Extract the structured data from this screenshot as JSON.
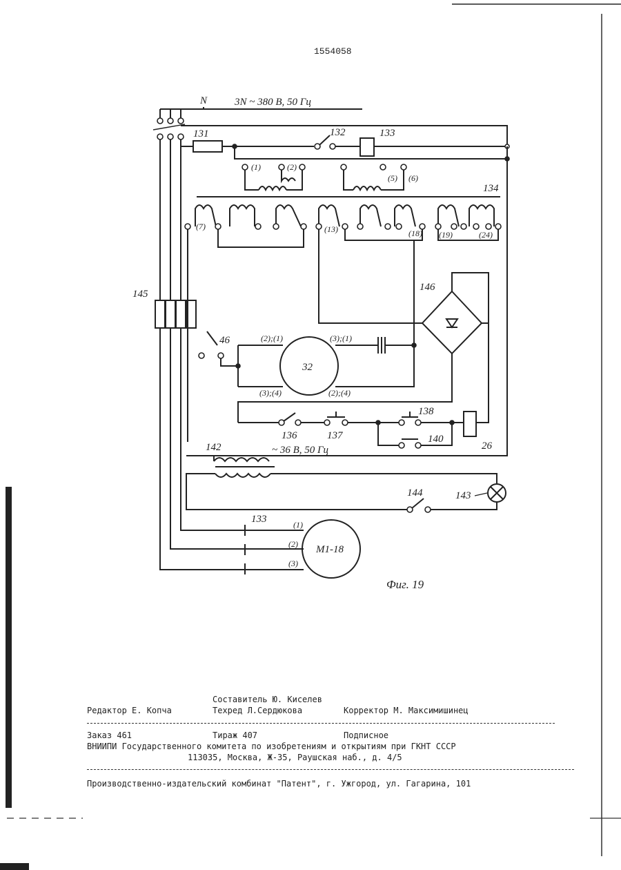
{
  "doc": {
    "patent_number": "1554058",
    "figure_caption": "Фиг. 19",
    "supply_label": "3N ~ 380 В, 50 Гц",
    "neutral_label": "N",
    "secondary_label": "~ 36 В, 50 Гц"
  },
  "components": {
    "fuse": "131",
    "switch_132": "132",
    "contactor_133": "133",
    "transformer_134": "134",
    "rectifier_146": "146",
    "switch_46": "46",
    "motor_32": "32",
    "switch_136": "136",
    "button_137": "137",
    "contact_138": "138",
    "contact_140": "140",
    "relay_26": "26",
    "transformer_142": "142",
    "switch_144": "144",
    "lamp_143": "143",
    "block_145": "145",
    "contacts_133": "133",
    "motor_m": "M1-18"
  },
  "taps": {
    "t1": "(1)",
    "t2": "(2)",
    "t5": "(5)",
    "t6": "(6)",
    "t7": "(7)",
    "t13": "(13)",
    "t18": "(18)",
    "t19": "(19)",
    "t24": "(24)"
  },
  "motor_terminals": {
    "top_left": "(2);(1)",
    "top_right": "(3);(1)",
    "bottom_left": "(3);(4)",
    "bottom_right": "(2);(4)"
  },
  "phases": {
    "p1": "(1)",
    "p2": "(2)",
    "p3": "(3)"
  },
  "footer": {
    "composer": "Составитель Ю. Киселев",
    "editor": "Редактор Е. Копча",
    "techred": "Техред Л.Сердюкова",
    "corrector": "Корректор М. Максимишинец",
    "order": "Заказ 461",
    "circulation": "Тираж 407",
    "subscription": "Подписное",
    "org": "ВНИИПИ Государственного комитета по изобретениям и открытиям при ГКНТ СССР",
    "address": "113035, Москва, Ж-35, Раушская наб., д. 4/5",
    "publisher": "Производственно-издательский комбинат \"Патент\", г. Ужгород, ул. Гагарина, 101"
  }
}
